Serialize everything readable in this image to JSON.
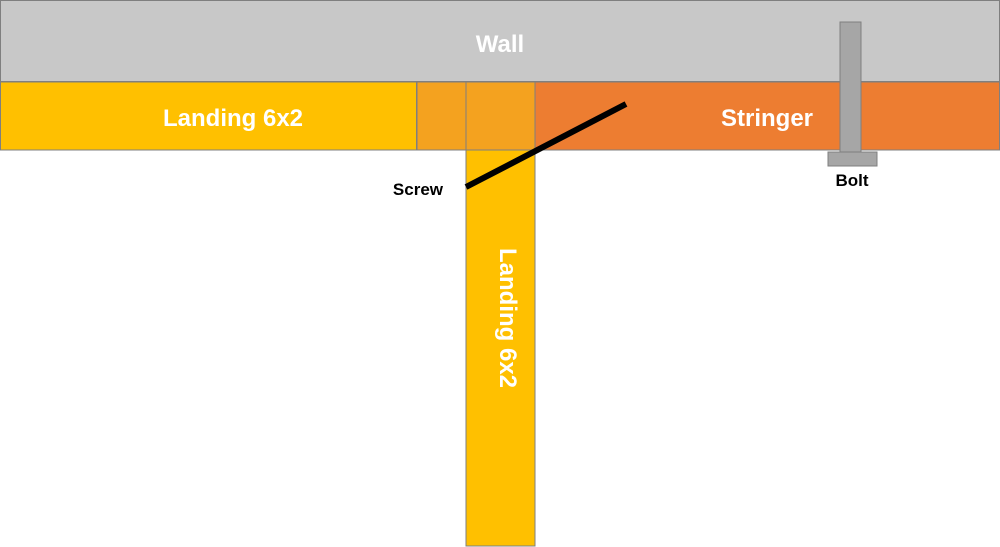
{
  "labels": {
    "wall": "Wall",
    "landing_horizontal": "Landing 6x2",
    "stringer": "Stringer",
    "landing_vertical": "Landing 6x2",
    "screw": "Screw",
    "bolt": "Bolt"
  },
  "colors": {
    "wall_fill": "#c8c8c8",
    "outline": "#7f7f7f",
    "landing_fill": "#ffc000",
    "stringer_fill": "#ed7d31",
    "overlap_fill": "#f4a21f",
    "bolt_fill": "#a6a6a6",
    "screw_color": "#000000",
    "label_light": "#ffffff",
    "label_dark": "#000000"
  }
}
